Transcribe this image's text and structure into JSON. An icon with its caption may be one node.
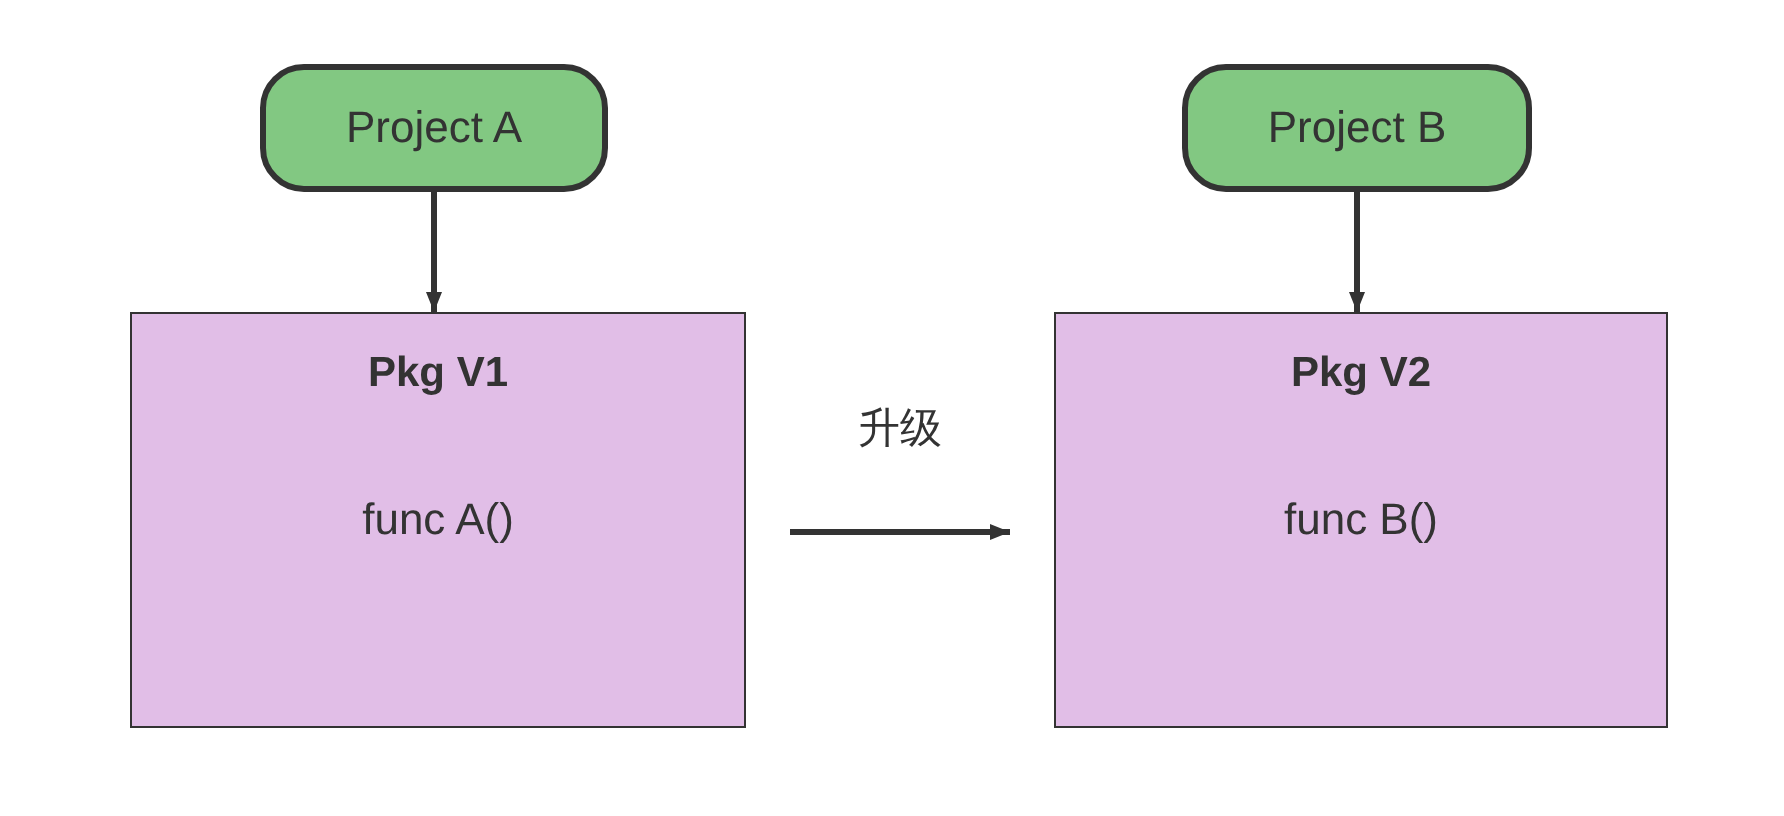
{
  "diagram": {
    "nodes": [
      {
        "text": [
          "Project A"
        ]
      },
      {
        "text": [
          "Pkg V1",
          "func A()"
        ]
      },
      {
        "text": [
          "Project B"
        ]
      },
      {
        "text": [
          "Pkg V2",
          "func B()"
        ]
      }
    ],
    "edges": [
      {
        "from": 0,
        "to": 1,
        "arrow": "to"
      },
      {
        "from": 2,
        "to": 3,
        "arrow": "to"
      },
      {
        "from": 1,
        "to": 3,
        "arrow": "to",
        "label": "升级"
      }
    ]
  }
}
